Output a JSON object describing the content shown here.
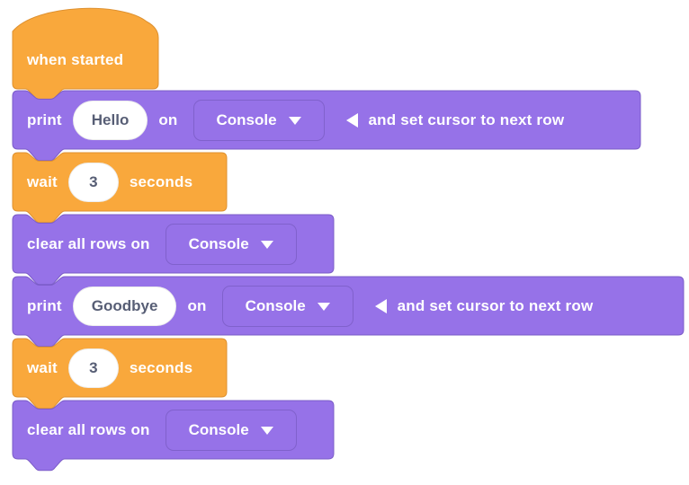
{
  "colors": {
    "background": "#FFFFFF",
    "orange_fill": "#F9A83C",
    "orange_border": "#DE9130",
    "purple_fill": "#9672E8",
    "purple_border": "#7B5CC7",
    "label_text": "#FFFFFF",
    "input_text": "#575E75",
    "input_bg": "#FFFFFF",
    "dropdown_border": "#8061CC"
  },
  "icons": {
    "dropdown_caret": "down-triangle",
    "collapse_arrow": "left-triangle"
  },
  "blocks": [
    {
      "name": "when-started-hat-block",
      "label": "when started"
    },
    {
      "name": "print-hello-block",
      "print_label": "print",
      "value": "Hello",
      "on_label": "on",
      "console_dropdown": "Console",
      "suffix_label": "and set cursor to next row"
    },
    {
      "name": "wait-block-1",
      "wait_label": "wait",
      "value": "3",
      "seconds_label": "seconds"
    },
    {
      "name": "clear-rows-block-1",
      "label": "clear all rows on",
      "console_dropdown": "Console"
    },
    {
      "name": "print-goodbye-block",
      "print_label": "print",
      "value": "Goodbye",
      "on_label": "on",
      "console_dropdown": "Console",
      "suffix_label": "and set cursor to next row"
    },
    {
      "name": "wait-block-2",
      "wait_label": "wait",
      "value": "3",
      "seconds_label": "seconds"
    },
    {
      "name": "clear-rows-block-2",
      "label": "clear all rows on",
      "console_dropdown": "Console"
    }
  ]
}
